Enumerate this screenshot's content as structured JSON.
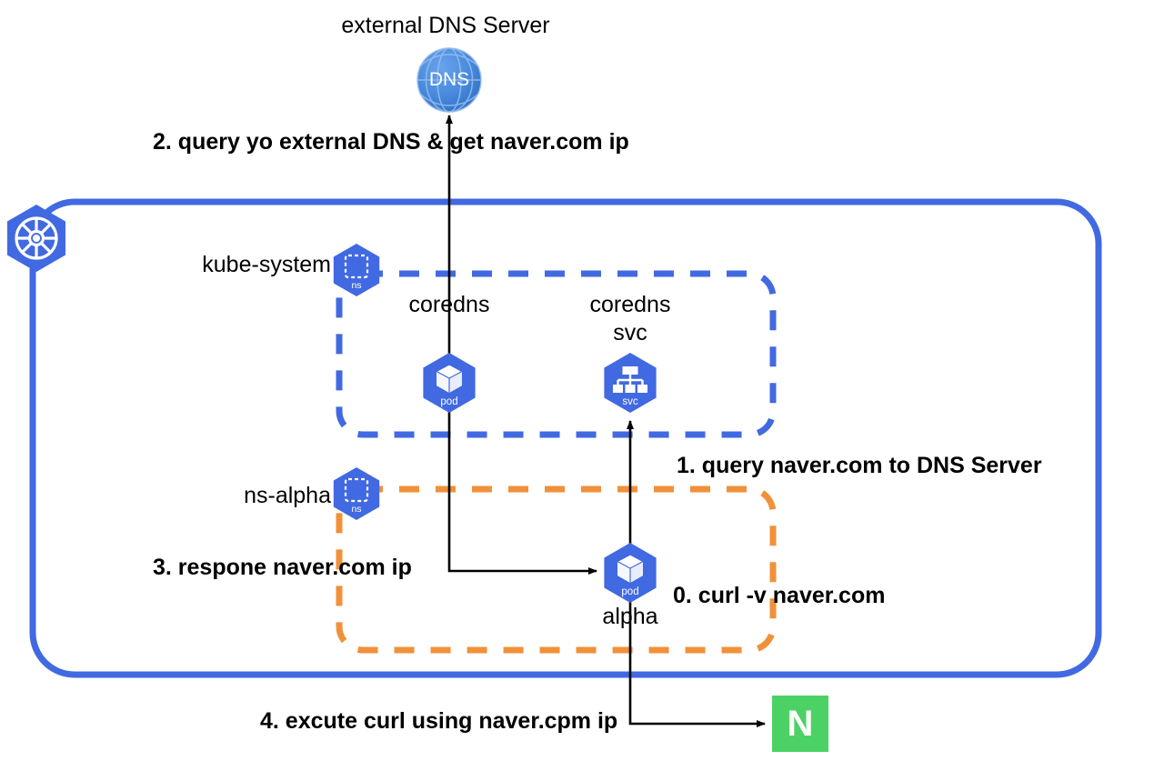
{
  "diagram": {
    "title_external": "external DNS Server",
    "colors": {
      "k8s_blue": "#4169E1",
      "k8s_blue_soft": "#4A6FE3",
      "orange_dashed": "#F0913A",
      "naver_green": "#4CD264",
      "arrow_black": "#000000",
      "dns_globe_blue": "#3B7DD8"
    },
    "nodes": {
      "dns_server": {
        "label": "DNS",
        "caption": "external DNS Server",
        "icon": "globe-icon"
      },
      "kube_system_ns": {
        "label": "kube-system",
        "icon_label": "ns",
        "icon": "namespace-icon"
      },
      "ns_alpha": {
        "label": "ns-alpha",
        "icon_label": "ns",
        "icon": "namespace-icon"
      },
      "coredns_pod": {
        "label": "coredns",
        "icon_label": "pod",
        "icon": "pod-icon"
      },
      "coredns_svc": {
        "label_line1": "coredns",
        "label_line2": "svc",
        "icon_label": "svc",
        "icon": "service-icon"
      },
      "alpha_pod": {
        "label": "alpha",
        "icon_label": "pod",
        "icon": "pod-icon"
      },
      "naver": {
        "label": "N",
        "icon": "naver-logo-icon"
      },
      "cluster": {
        "icon": "kubernetes-helm-icon"
      }
    },
    "steps": [
      {
        "id": "step0",
        "text": "0. curl -v naver.com"
      },
      {
        "id": "step1",
        "text": "1. query naver.com to DNS Server"
      },
      {
        "id": "step2",
        "text": "2. query yo external DNS & get naver.com ip"
      },
      {
        "id": "step3",
        "text": "3. respone naver.com ip"
      },
      {
        "id": "step4",
        "text": "4. excute curl using naver.cpm ip"
      }
    ]
  }
}
